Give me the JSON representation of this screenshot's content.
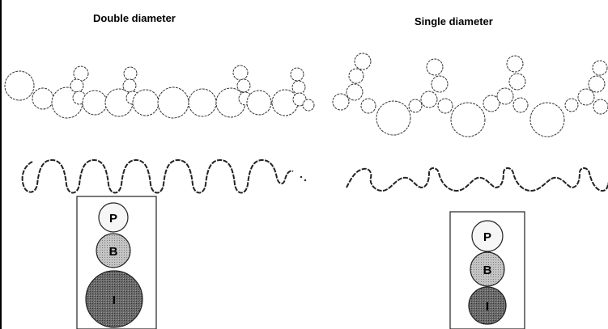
{
  "panels": [
    {
      "id": "double",
      "title": "Double diameter",
      "legend": [
        {
          "key": "P",
          "label": "P",
          "color": "#f4f4f4"
        },
        {
          "key": "B",
          "label": "B",
          "color": "#b9b9b9"
        },
        {
          "key": "I",
          "label": "I",
          "color": "#5e5e5e"
        }
      ]
    },
    {
      "id": "single",
      "title": "Single diameter",
      "legend": [
        {
          "key": "P",
          "label": "P",
          "color": "#f4f4f4"
        },
        {
          "key": "B",
          "label": "B",
          "color": "#b9b9b9"
        },
        {
          "key": "I",
          "label": "I",
          "color": "#7a7a7a"
        }
      ]
    }
  ]
}
